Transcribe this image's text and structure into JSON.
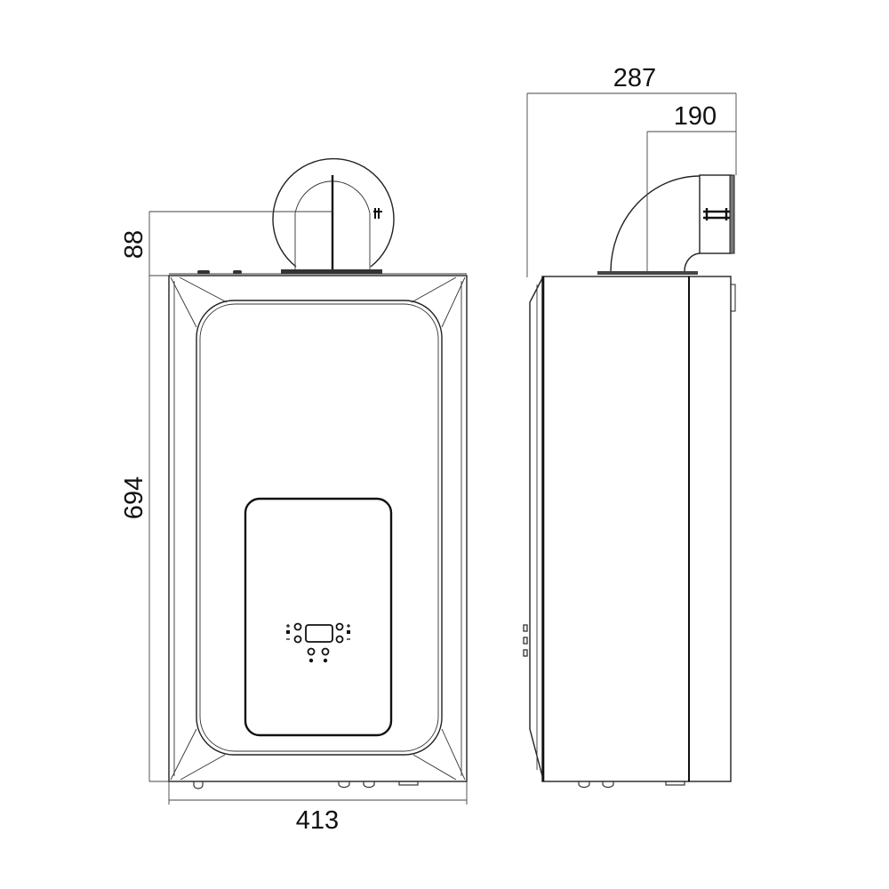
{
  "dimensions": {
    "flue_height": "88",
    "body_height": "694",
    "body_width": "413",
    "total_depth": "287",
    "flue_offset": "190"
  },
  "colors": {
    "line": "#222222",
    "background": "#ffffff"
  }
}
